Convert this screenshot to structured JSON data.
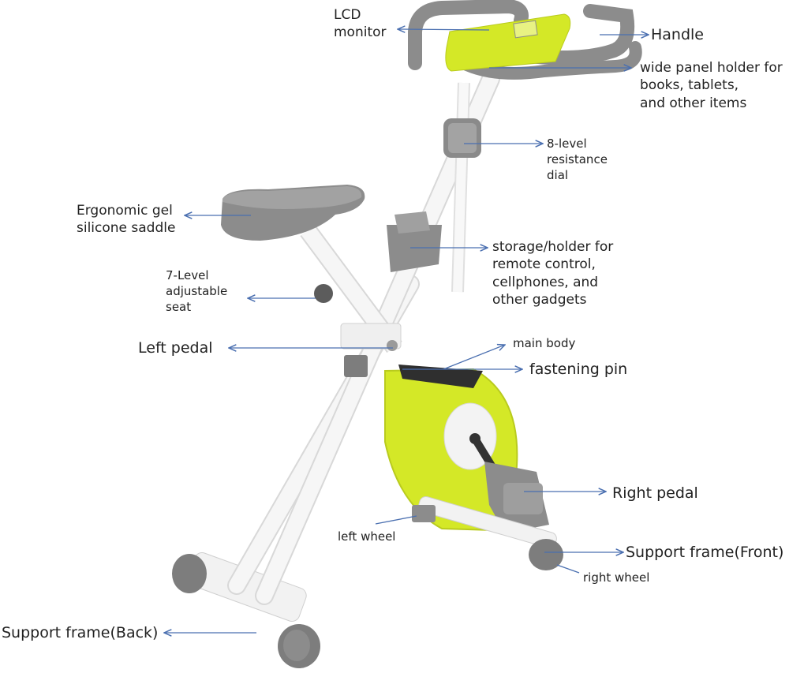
{
  "diagram": {
    "labels": {
      "lcd": [
        "LCD",
        "monitor"
      ],
      "handle": [
        "Handle"
      ],
      "panel_holder": [
        "wide panel holder for",
        "books, tablets,",
        "and other items"
      ],
      "resistance": [
        "8-level",
        "resistance",
        "dial"
      ],
      "saddle": [
        "Ergonomic gel",
        "silicone saddle"
      ],
      "storage": [
        "storage/holder for",
        "remote control,",
        "cellphones, and",
        "other gadgets"
      ],
      "seat": [
        "7-Level",
        "adjustable",
        "seat"
      ],
      "left_pedal": [
        "Left pedal"
      ],
      "main_body": [
        "main body"
      ],
      "fastening_pin": [
        "fastening pin"
      ],
      "right_pedal": [
        "Right pedal"
      ],
      "left_wheel": [
        "left wheel"
      ],
      "support_front": [
        "Support frame(Front)"
      ],
      "right_wheel": [
        "right wheel"
      ],
      "support_back": [
        "Support frame(Back)"
      ]
    },
    "colors": {
      "accent_green": "#d4e827",
      "frame_white": "#f4f4f4",
      "part_gray": "#8c8c8c",
      "arrow_blue": "#4a6fb0"
    }
  }
}
